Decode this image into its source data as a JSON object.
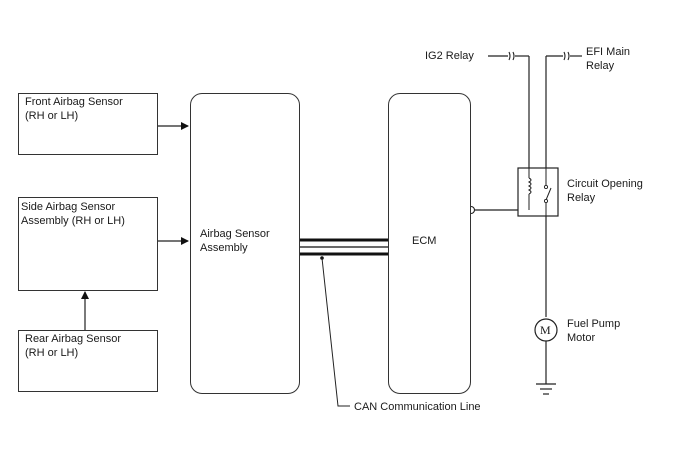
{
  "diagram": {
    "front_sensor": "Front Airbag Sensor\n(RH or LH)",
    "side_sensor": "Side Airbag Sensor\nAssembly (RH or LH)",
    "rear_sensor": "Rear Airbag Sensor\n(RH or LH)",
    "airbag_assembly": "Airbag Sensor\nAssembly",
    "ecm": "ECM",
    "can_line": "CAN Communication Line",
    "ig2_relay": "IG2 Relay",
    "efi_relay": "EFI Main\nRelay",
    "circuit_opening_relay": "Circuit Opening\nRelay",
    "fuel_pump_motor": "Fuel Pump\nMotor",
    "motor_symbol": "M"
  }
}
